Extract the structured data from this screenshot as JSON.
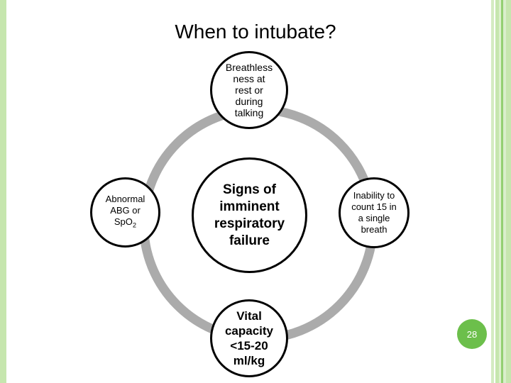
{
  "slide": {
    "title": "When to intubate?",
    "page_number": "28",
    "background_color": "#ffffff",
    "accent_green": "#6cbf4b",
    "stripe_green": "#c6e6ae",
    "ring_color": "#ababab",
    "node_border_color": "#000000"
  },
  "diagram": {
    "type": "cycle-ring",
    "center": {
      "label": "Signs of imminent respiratory failure",
      "lines": "Signs of\nimminent\nrespiratory\nfailure"
    },
    "nodes": [
      {
        "position": "top",
        "label": "Breathlessness at rest or during talking",
        "lines": "Breathless\nness at\nrest or\nduring\ntalking"
      },
      {
        "position": "left",
        "label": "Abnormal ABG or SpO2",
        "line1": "Abnormal",
        "line2": "ABG or",
        "line3_pre": "SpO",
        "line3_sub": "2"
      },
      {
        "position": "right",
        "label": "Inability to count 15 in a single breath",
        "lines": "Inability  to\ncount 15 in\na single\nbreath"
      },
      {
        "position": "bottom",
        "label": "Vital capacity <15-20 ml/kg",
        "lines": "Vital\ncapacity\n<15-20\nml/kg"
      }
    ]
  }
}
